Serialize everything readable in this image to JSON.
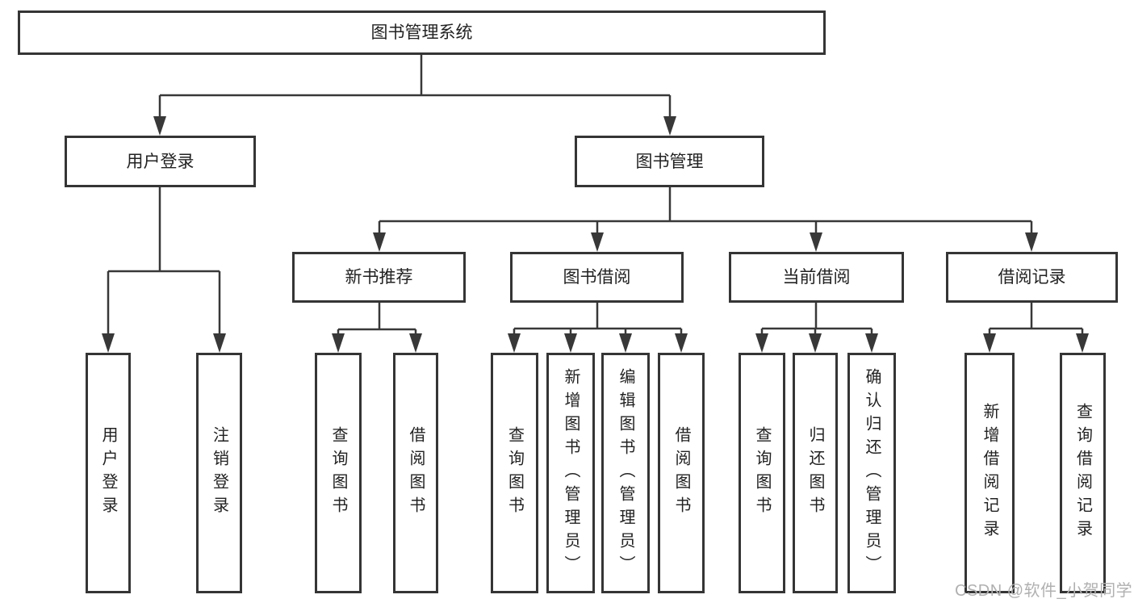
{
  "diagram": {
    "type": "feature-tree",
    "title": "图书管理系统",
    "colors": {
      "background": "#ffffff",
      "box_fill": "#ffffff",
      "box_border": "#353535",
      "connector_line": "#383838",
      "text": "#222222",
      "watermark_text": "#b0b0b0"
    },
    "tree": {
      "root": {
        "label": "图书管理系统",
        "children": [
          {
            "label": "用户登录",
            "children": [
              {
                "label": "用户登录"
              },
              {
                "label": "注销登录"
              }
            ]
          },
          {
            "label": "图书管理",
            "children": [
              {
                "label": "新书推荐",
                "children": [
                  {
                    "label": "查询图书"
                  },
                  {
                    "label": "借阅图书"
                  }
                ]
              },
              {
                "label": "图书借阅",
                "children": [
                  {
                    "label": "查询图书"
                  },
                  {
                    "label": "新增图书（管理员）"
                  },
                  {
                    "label": "编辑图书（管理员）"
                  },
                  {
                    "label": "借阅图书"
                  }
                ]
              },
              {
                "label": "当前借阅",
                "children": [
                  {
                    "label": "查询图书"
                  },
                  {
                    "label": "归还图书"
                  },
                  {
                    "label": "确认归还（管理员）"
                  }
                ]
              },
              {
                "label": "借阅记录",
                "children": [
                  {
                    "label": "新增借阅记录"
                  },
                  {
                    "label": "查询借阅记录"
                  }
                ]
              }
            ]
          }
        ]
      }
    },
    "watermark": "CSDN @软件_小贺同学"
  }
}
